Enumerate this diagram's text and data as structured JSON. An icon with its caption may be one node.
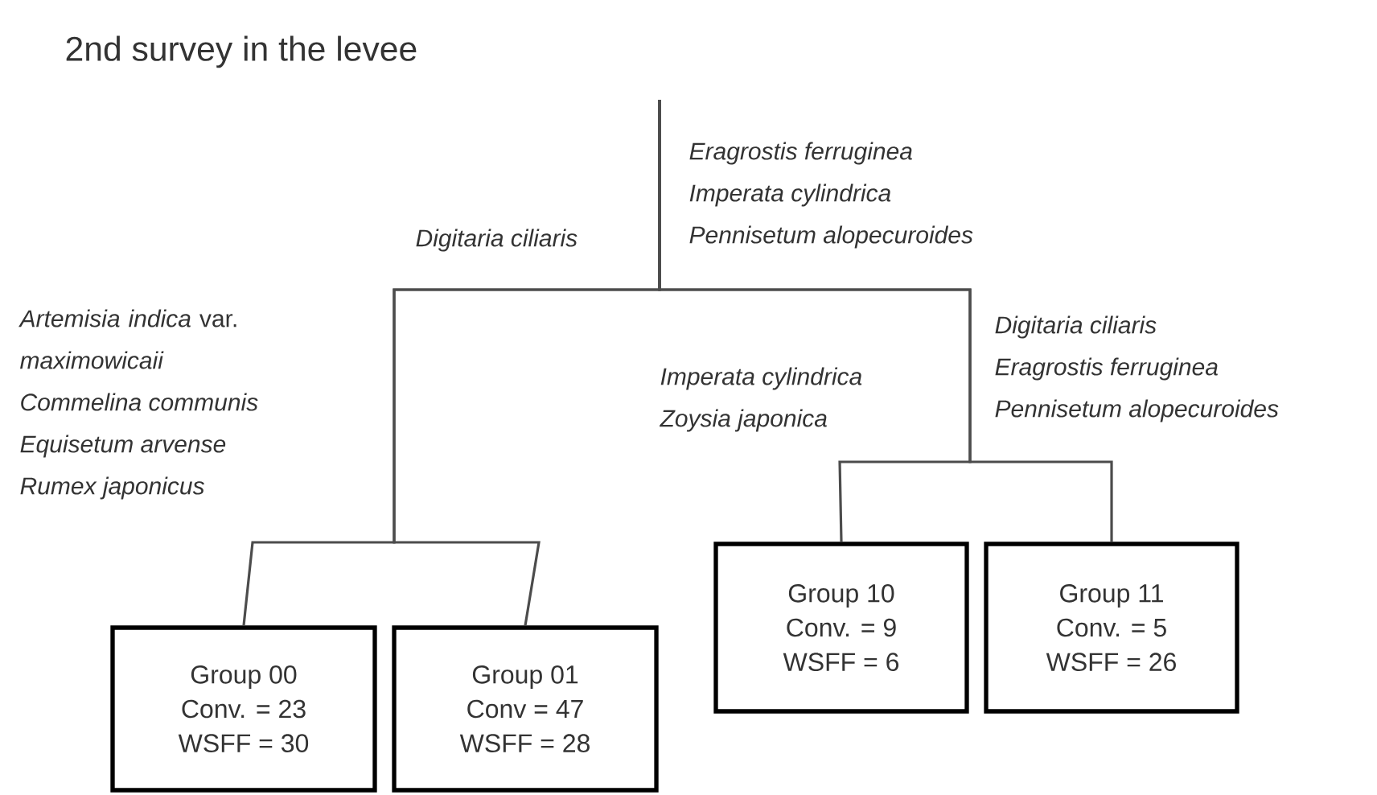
{
  "diagram": {
    "title": "2nd survey in the levee",
    "nodes": [
      {
        "text": [
          "Group 00",
          "Conv. = 23",
          "WSFF = 30"
        ]
      },
      {
        "text": [
          "Group 01",
          "Conv = 47",
          "WSFF = 28"
        ]
      },
      {
        "text": [
          "Group 10",
          "Conv. = 9",
          "WSFF = 6"
        ]
      },
      {
        "text": [
          "Group 11",
          "Conv. = 5",
          "WSFF = 26"
        ]
      }
    ],
    "edges": [
      {
        "from": null,
        "to": 0,
        "arrow": "none"
      },
      {
        "from": null,
        "to": 1,
        "arrow": "none"
      },
      {
        "from": null,
        "to": 2,
        "arrow": "none"
      },
      {
        "from": null,
        "to": 3,
        "arrow": "none"
      }
    ],
    "labels": [
      "Eragrostis ferruginea",
      "Imperata cylindrica",
      "Pennisetum alopecuroides",
      "Digitaria ciliaris",
      "*Artemisia indica* var. *maximowicaii*",
      "Commelina communis",
      "Equisetum arvense",
      "Rumex japonicus",
      "Imperata cylindrica",
      "Zoysia japonica",
      "Digitaria ciliaris",
      "Eragrostis ferruginea",
      "Pennisetum alopecuroides"
    ]
  }
}
